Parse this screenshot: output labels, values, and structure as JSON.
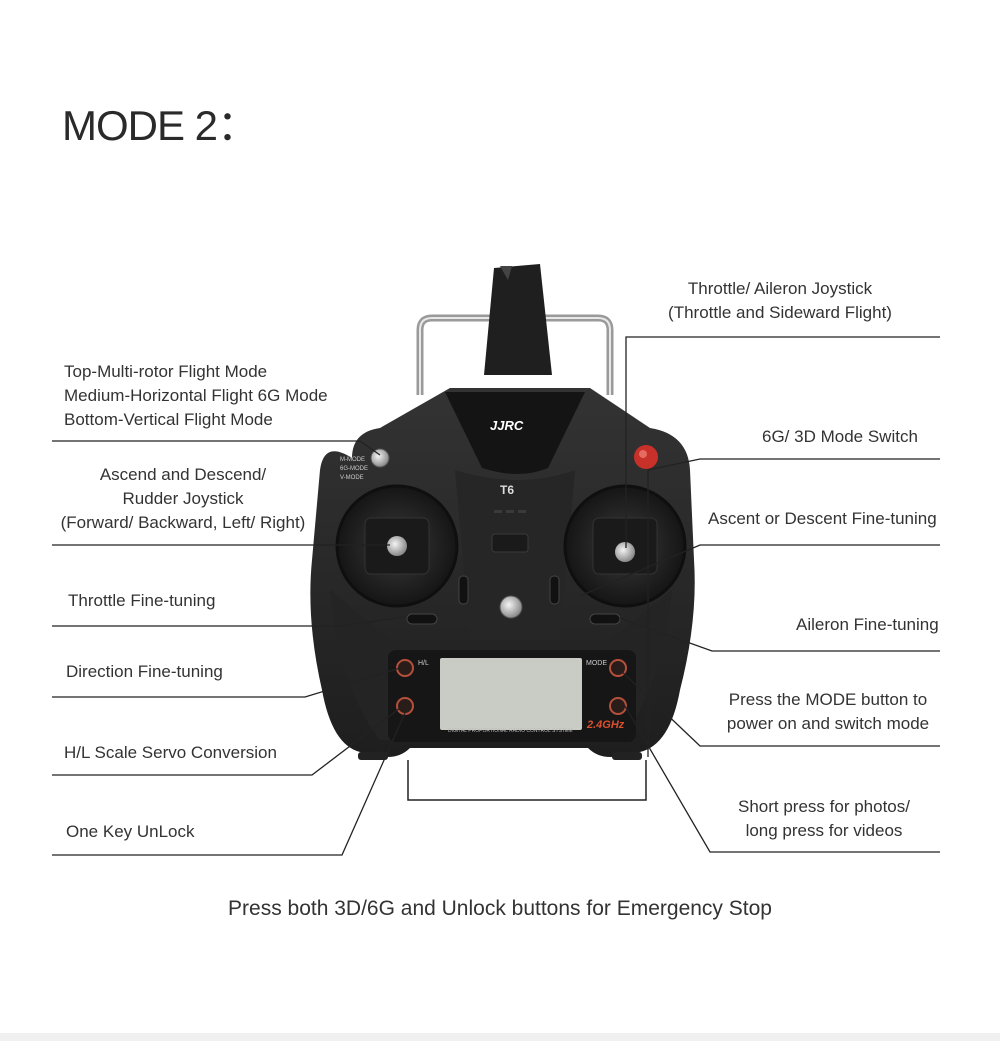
{
  "title": "MODE 2：",
  "device": {
    "brand": "JJRC",
    "model": "T6",
    "lcd_caption": "DIGITAL PROPORTIONAL RADIO CONTROL SYSTEM",
    "band": "2.4GHz",
    "switch_labels": [
      "M-MODE",
      "6G-MODE",
      "V-MODE"
    ],
    "btn_hl": "H/L",
    "btn_mode": "MODE"
  },
  "labels": {
    "flight_mode": [
      "Top-Multi-rotor Flight Mode",
      "Medium-Horizontal Flight 6G Mode",
      "Bottom-Vertical Flight Mode"
    ],
    "rudder_joystick": [
      "Ascend and Descend/",
      "Rudder Joystick",
      "(Forward/ Backward, Left/ Right)"
    ],
    "throttle_fine": "Throttle Fine-tuning",
    "direction_fine": "Direction Fine-tuning",
    "hl_scale": "H/L Scale Servo Conversion",
    "one_key_unlock": "One Key UnLock",
    "throttle_joystick": [
      "Throttle/ Aileron Joystick",
      "(Throttle and Sideward Flight)"
    ],
    "mode_switch": "6G/ 3D Mode Switch",
    "ascent_fine": "Ascent or Descent Fine-tuning",
    "aileron_fine": "Aileron Fine-tuning",
    "mode_button": [
      "Press the MODE button to",
      "power on and switch mode"
    ],
    "photo_video": [
      "Short press for photos/",
      "long press for videos"
    ]
  },
  "footer": "Press both 3D/6G and Unlock buttons for Emergency Stop",
  "colors": {
    "line": "#222222",
    "body": "#2b2b2b",
    "body_dark": "#1a1a1a",
    "accent": "#c8302a",
    "lcd": "#c9ccc4"
  }
}
